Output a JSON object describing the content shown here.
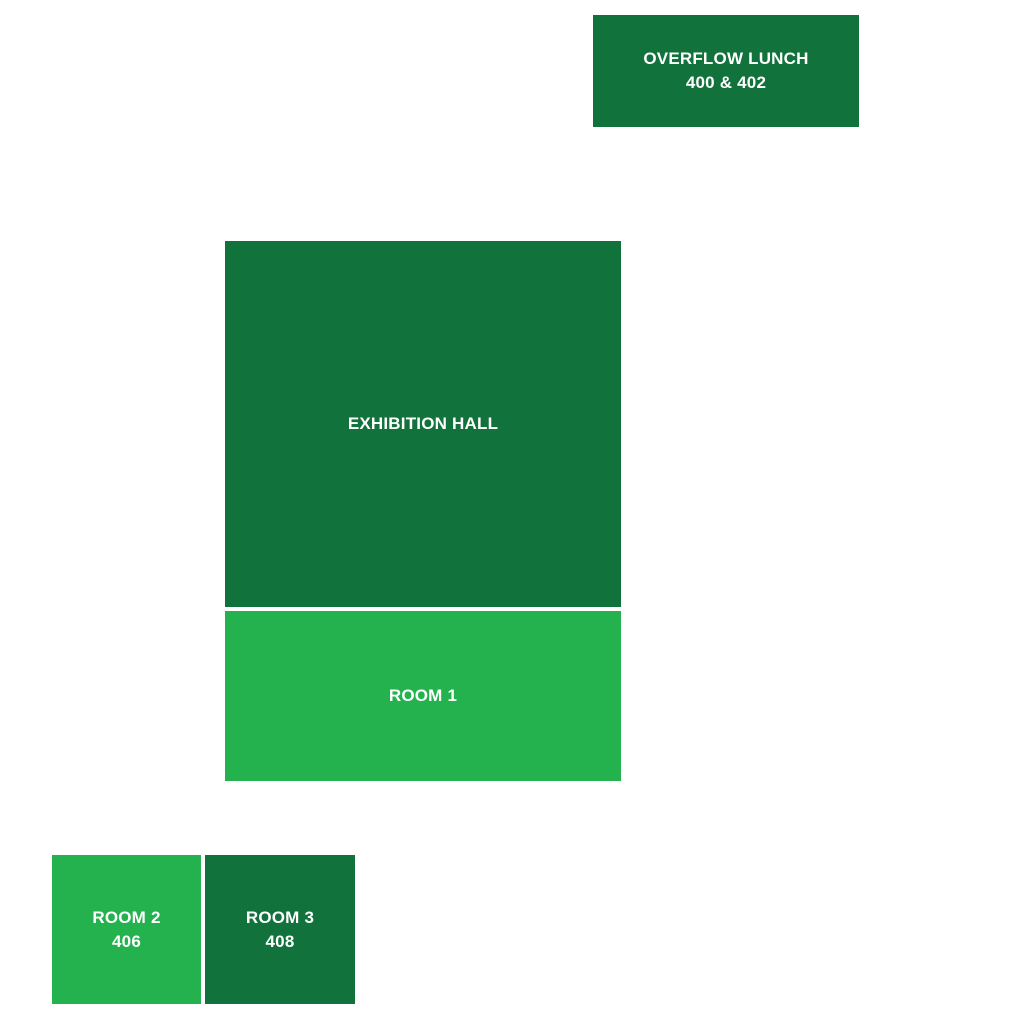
{
  "colors": {
    "dark": "#11723c",
    "light": "#24b24e"
  },
  "rooms": {
    "overflow_lunch": {
      "name": "OVERFLOW LUNCH",
      "number": "400 & 402"
    },
    "exhibition_hall": {
      "name": "EXHIBITION HALL"
    },
    "room1": {
      "name": "ROOM 1"
    },
    "room2": {
      "name": "ROOM 2",
      "number": "406"
    },
    "room3": {
      "name": "ROOM 3",
      "number": "408"
    }
  }
}
